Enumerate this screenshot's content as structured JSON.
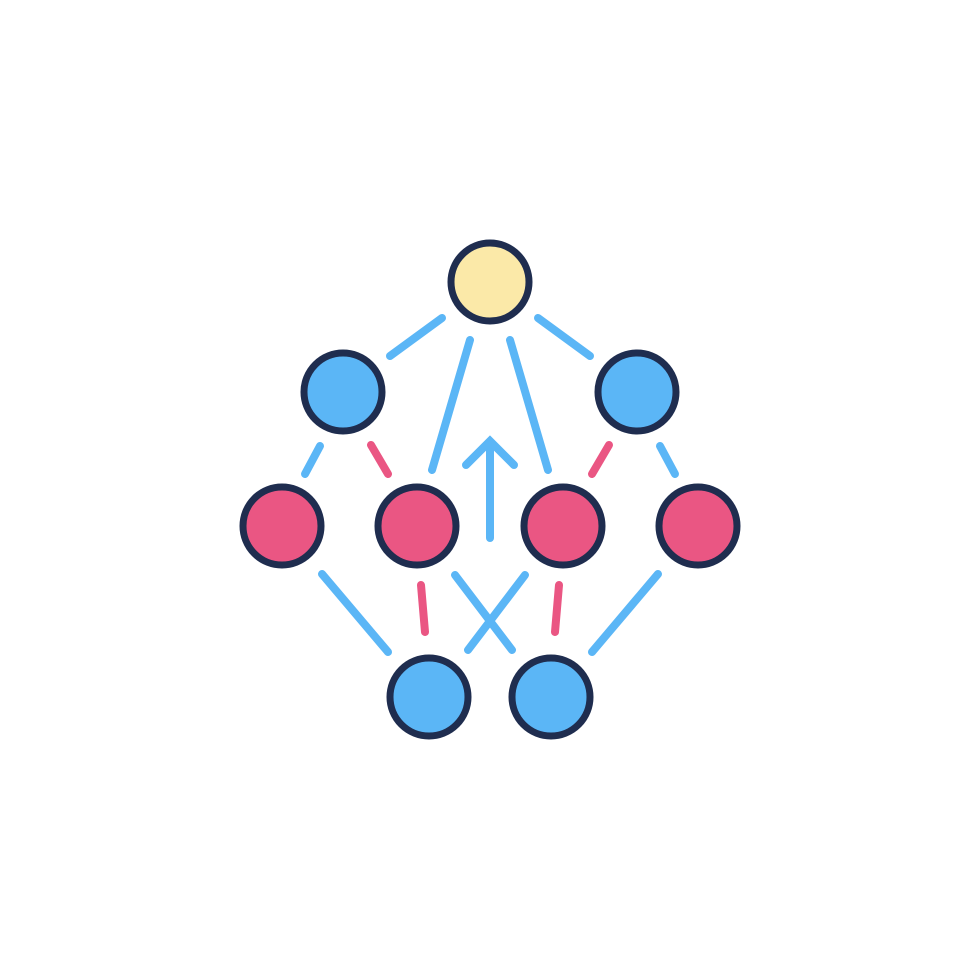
{
  "diagram": {
    "kind": "network-hierarchy-icon",
    "colors": {
      "background": "#ffffff",
      "outline": "#1f2d4f",
      "root_fill": "#fbe9a8",
      "blue_fill": "#5bb6f6",
      "pink_fill": "#ea5683",
      "blue_edge": "#5bb6f6",
      "pink_edge": "#ea5683"
    },
    "node_types": [
      "root",
      "blue",
      "pink"
    ],
    "arrow_direction": "up"
  }
}
